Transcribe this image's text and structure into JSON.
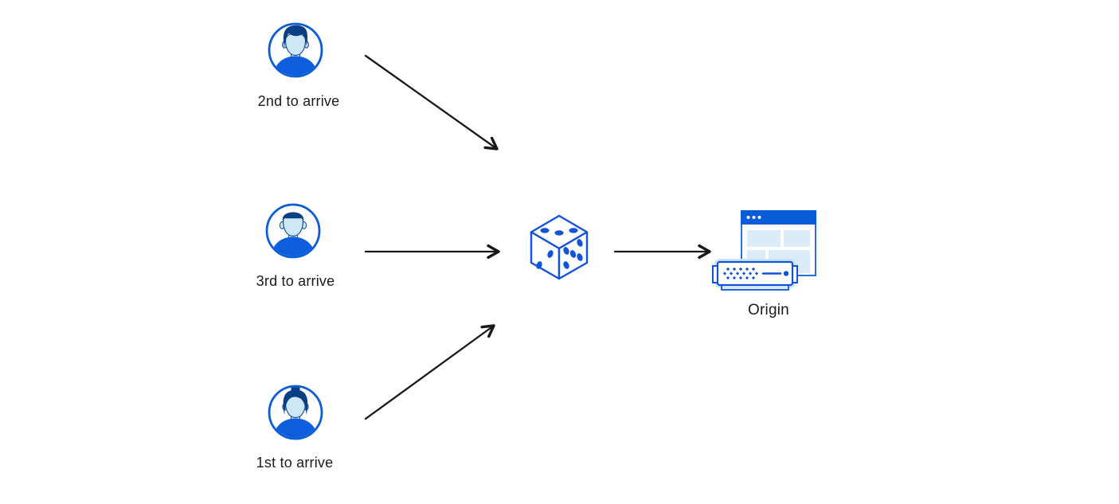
{
  "diagram": {
    "description": "Three visitors send requests to a random selector (dice) which forwards one to the origin server",
    "nodes": {
      "visitor_2nd": {
        "label": "2nd to arrive",
        "icon": "avatar-man-wavy-hair-icon"
      },
      "visitor_3rd": {
        "label": "3rd to arrive",
        "icon": "avatar-man-short-hair-icon"
      },
      "visitor_1st": {
        "label": "1st to arrive",
        "icon": "avatar-woman-icon"
      },
      "dice": {
        "label": "",
        "icon": "dice-icon"
      },
      "origin": {
        "label": "Origin",
        "icon": "origin-server-icon"
      }
    },
    "edges": [
      {
        "from": "visitor_2nd",
        "to": "dice"
      },
      {
        "from": "visitor_3rd",
        "to": "dice"
      },
      {
        "from": "visitor_1st",
        "to": "dice"
      },
      {
        "from": "dice",
        "to": "origin"
      }
    ],
    "colors": {
      "accent_blue": "#0b5cd8",
      "icon_stroke_blue": "#1353d9",
      "dark_navy_hair": "#0a3f85",
      "face_light_blue": "#cee7f5",
      "face_outline": "#1b4f94",
      "shirt_blue": "#0d5ddd",
      "light_blue_fill": "#dcebf8",
      "server_halo_blue": "#c9e4f6",
      "arrow_black": "#191919",
      "text": "#1b1b1b",
      "background": "#ffffff"
    }
  }
}
